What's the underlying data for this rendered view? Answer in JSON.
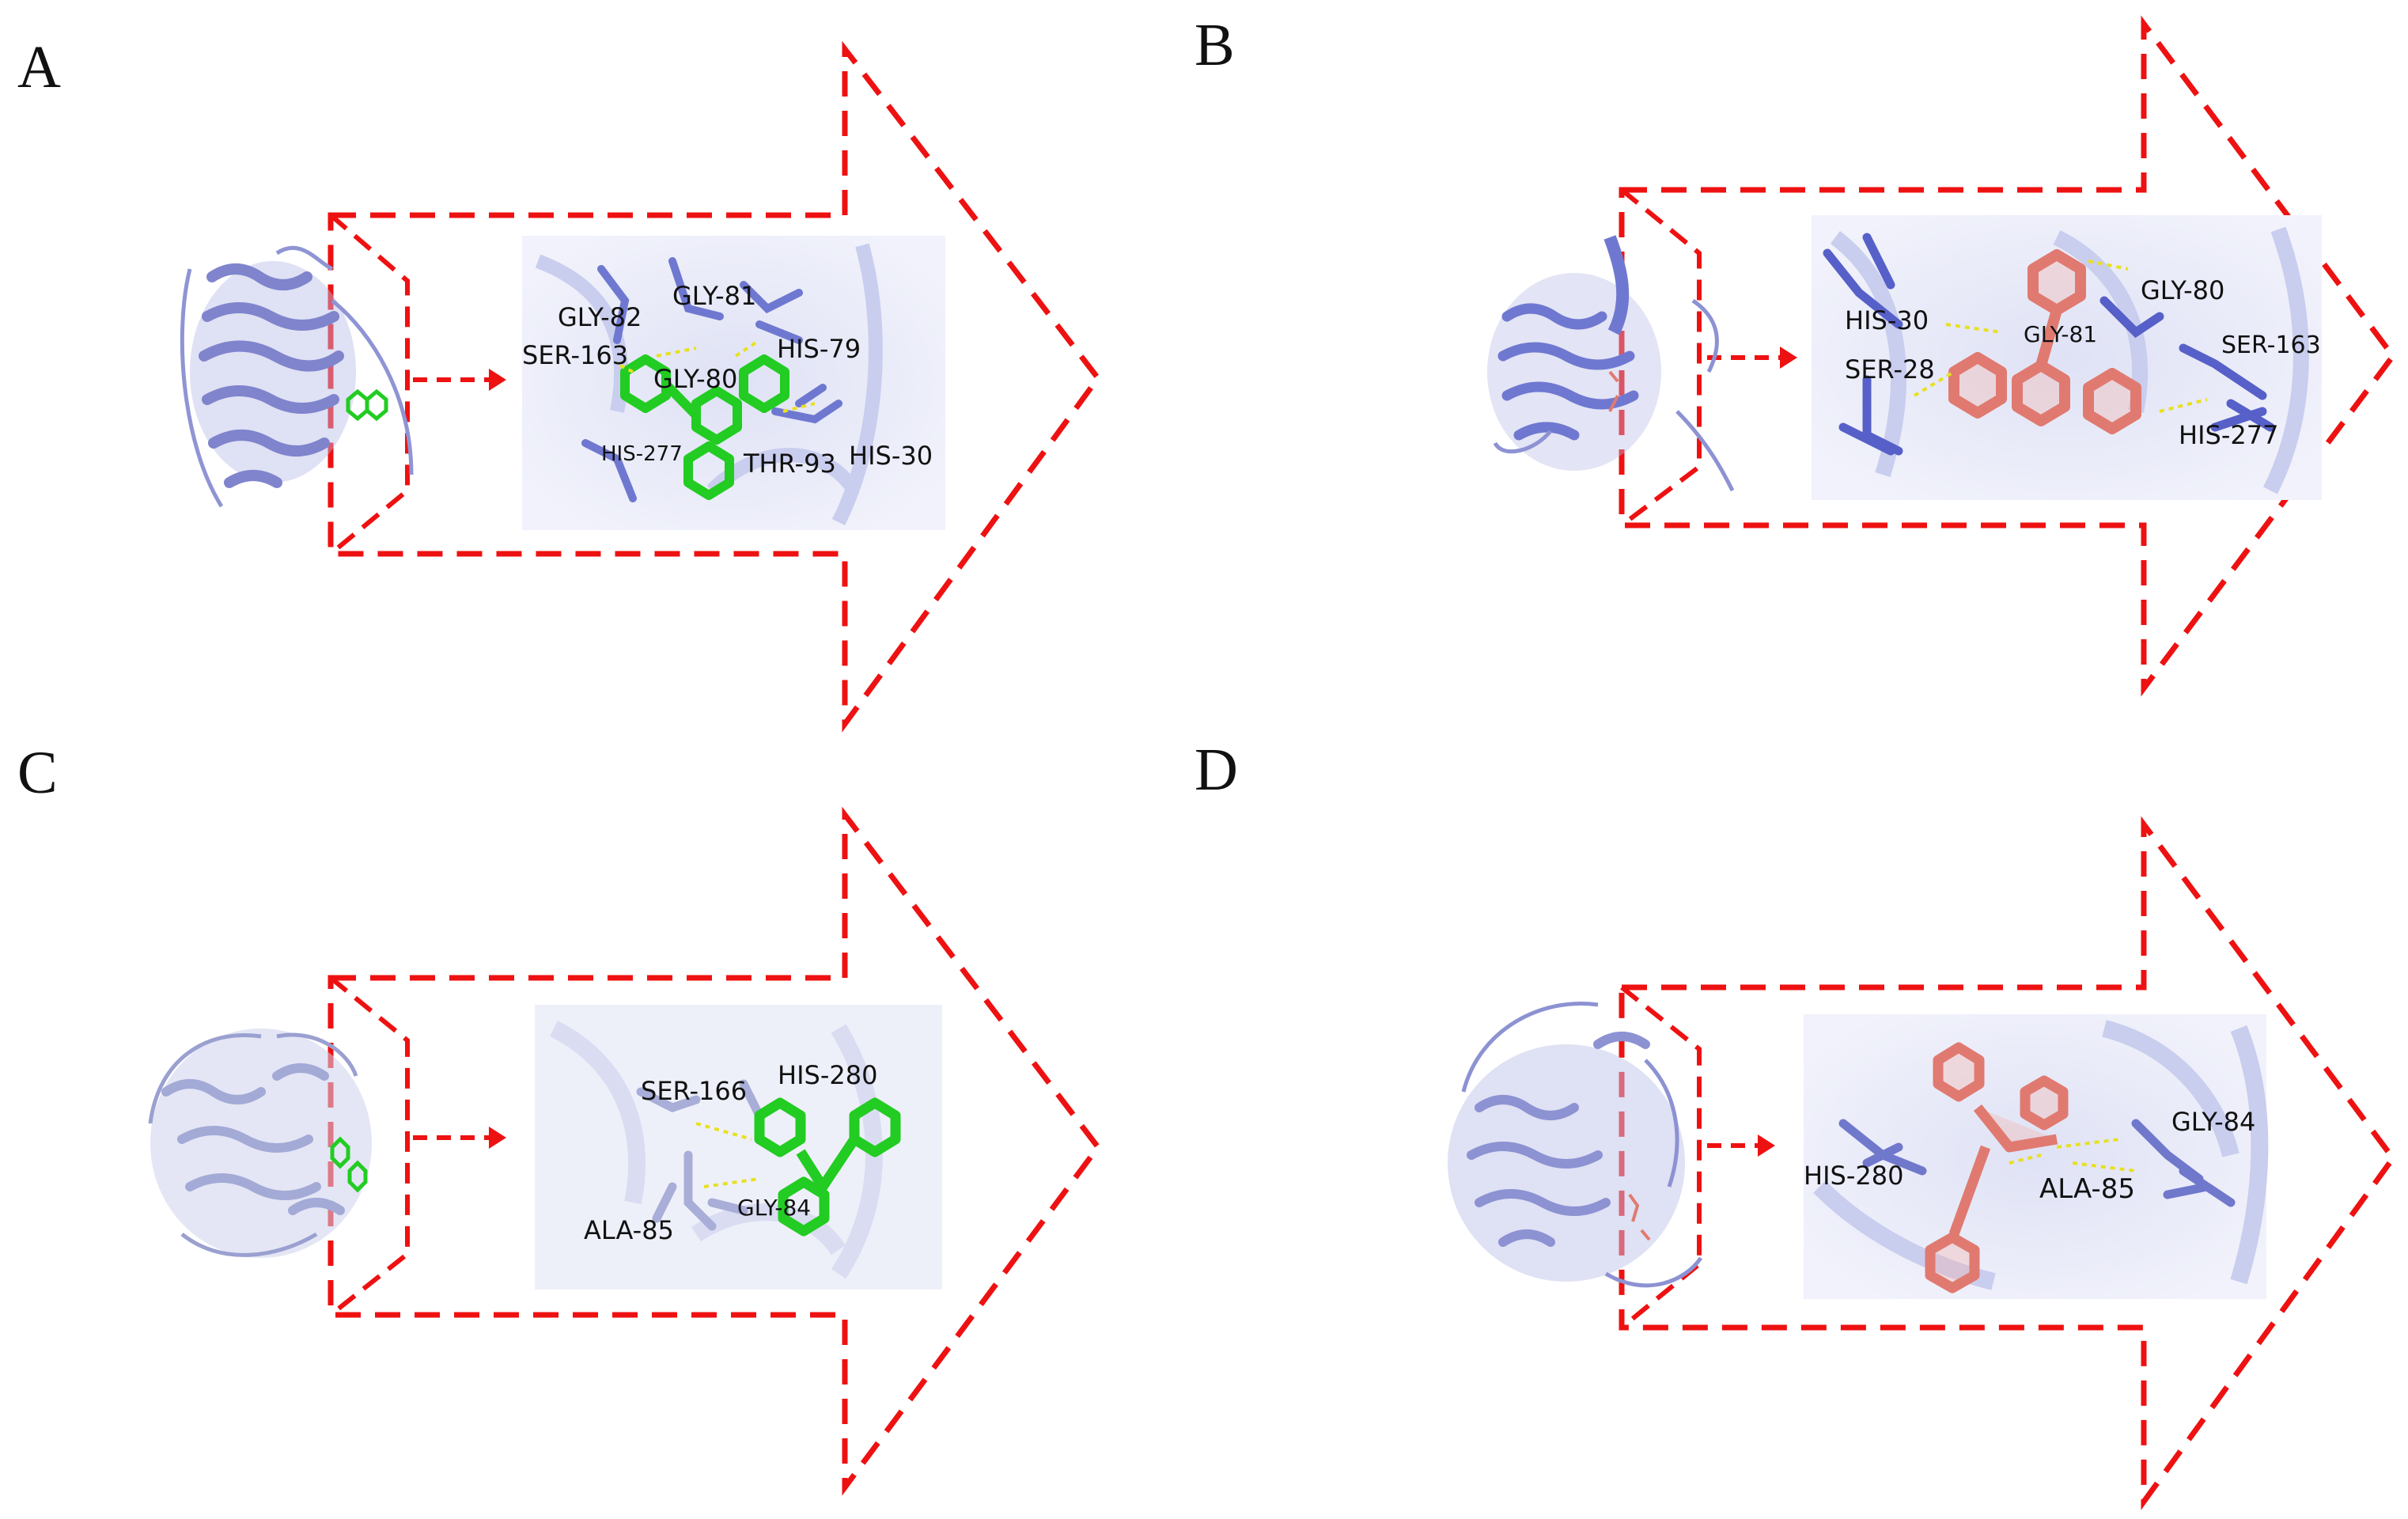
{
  "panels": [
    {
      "letter": "A",
      "protein_color": "#7f84cc",
      "ligand_color": "#22cc22",
      "residues": [
        "GLY-81",
        "GLY-82",
        "SER-163",
        "GLY-80",
        "HIS-79",
        "HIS-277",
        "THR-93",
        "HIS-30"
      ]
    },
    {
      "letter": "B",
      "protein_color": "#6f78d0",
      "ligand_color": "#e07a70",
      "residues": [
        "HIS-30",
        "GLY-81",
        "GLY-80",
        "SER-163",
        "SER-28",
        "HIS-277"
      ]
    },
    {
      "letter": "C",
      "protein_color": "#a3aad6",
      "ligand_color": "#22cc22",
      "residues": [
        "HIS-280",
        "SER-166",
        "ALA-85",
        "GLY-84"
      ]
    },
    {
      "letter": "D",
      "protein_color": "#8c92d2",
      "ligand_color": "#e07a70",
      "residues": [
        "GLY-84",
        "HIS-280",
        "ALA-85"
      ]
    }
  ],
  "colors": {
    "dashed_outline": "#ee1111",
    "hbond": "#e8e020"
  }
}
